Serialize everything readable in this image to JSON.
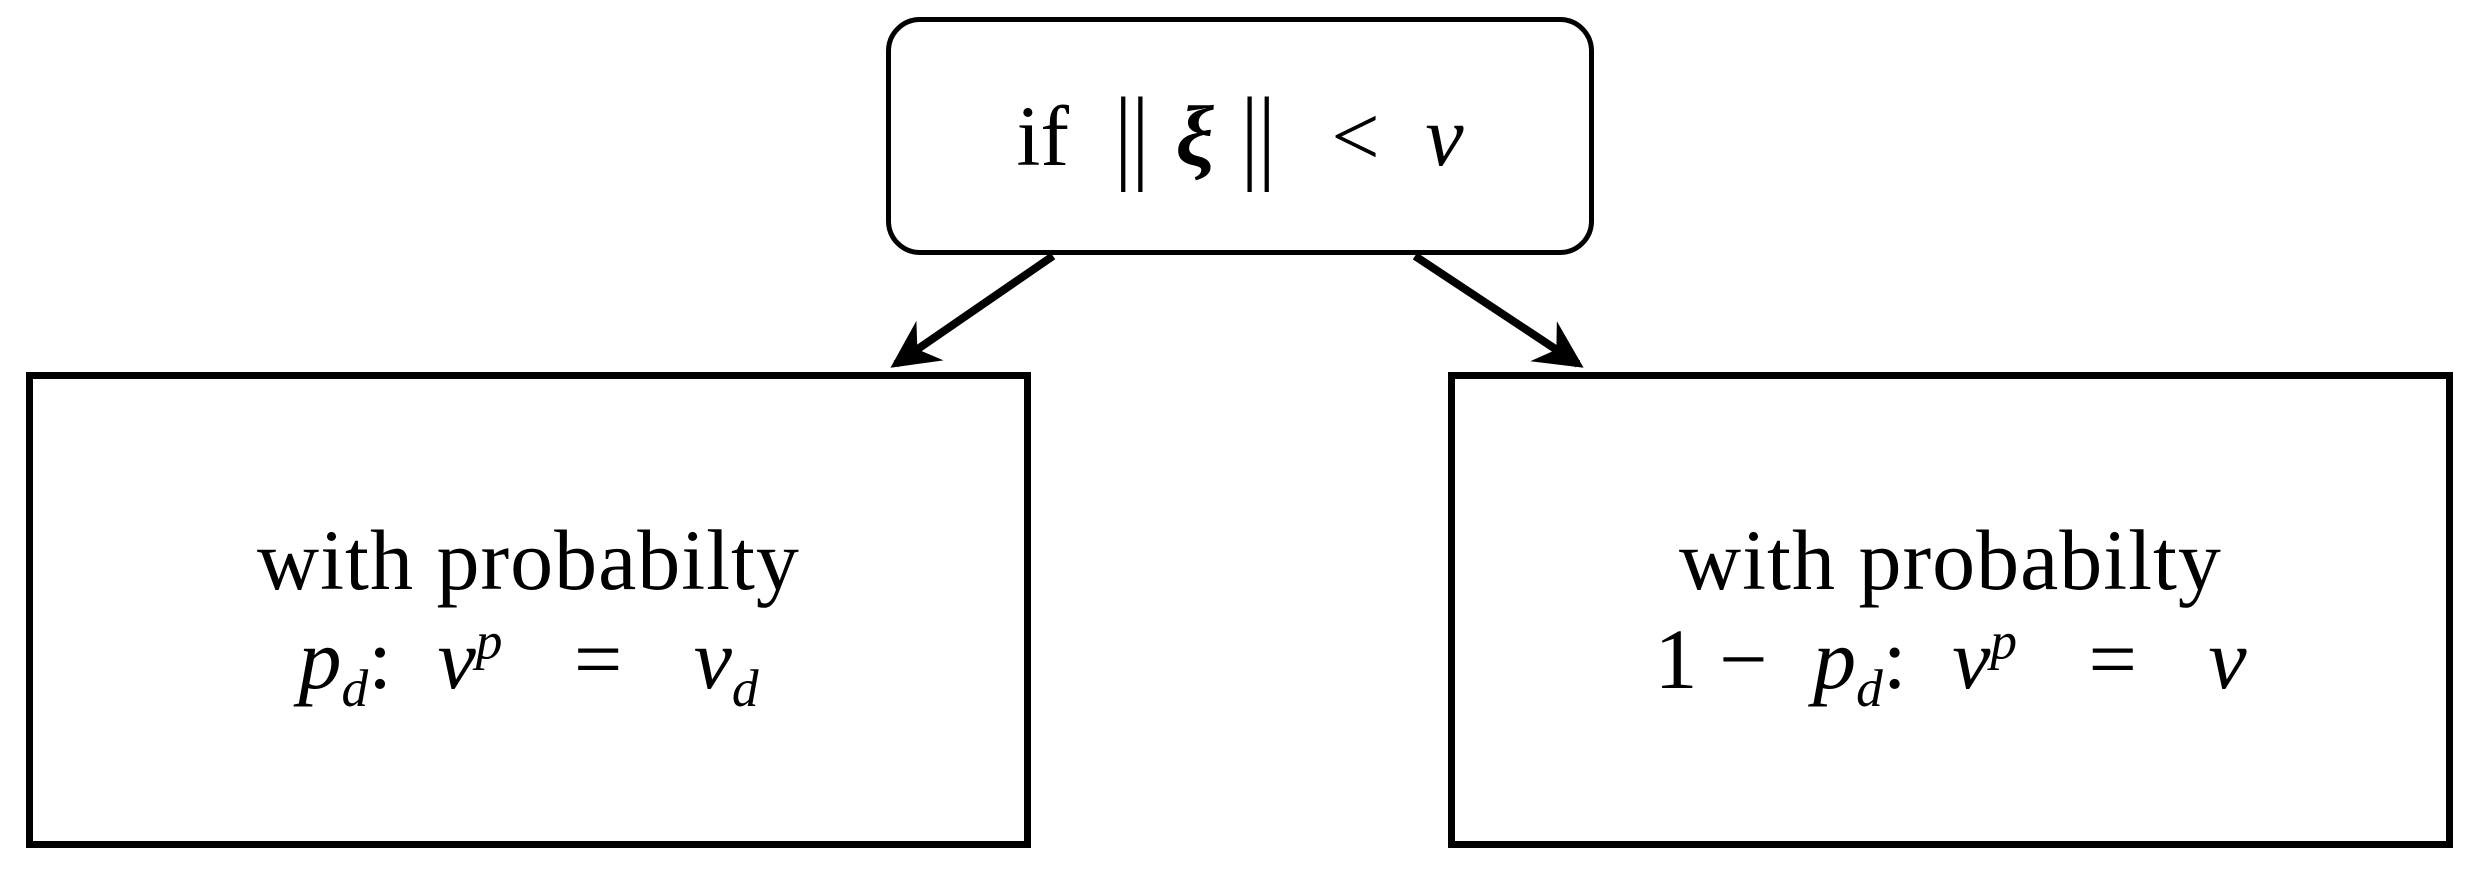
{
  "canvas": {
    "background": "#ffffff",
    "stroke_color": "#000000"
  },
  "condition_node": {
    "word_if": "if",
    "norm_open": "||",
    "xi_symbol": "ξ",
    "norm_close": "||",
    "less_than": "<",
    "variable_v": "v"
  },
  "left_node": {
    "line1": "with probabilty",
    "prob_base": "p",
    "prob_sub": "d",
    "colon": ":",
    "lhs_base": "v",
    "lhs_sup": "p",
    "equals": "=",
    "rhs_base": "v",
    "rhs_sub": "d"
  },
  "right_node": {
    "line1": "with probabilty",
    "prefix": "1 −",
    "prob_base": "p",
    "prob_sub": "d",
    "colon": ":",
    "lhs_base": "v",
    "lhs_sup": "p",
    "equals": "=",
    "rhs_base": "v"
  },
  "edges": [
    {
      "from": "condition-node",
      "to": "left-branch-node"
    },
    {
      "from": "condition-node",
      "to": "right-branch-node"
    }
  ]
}
